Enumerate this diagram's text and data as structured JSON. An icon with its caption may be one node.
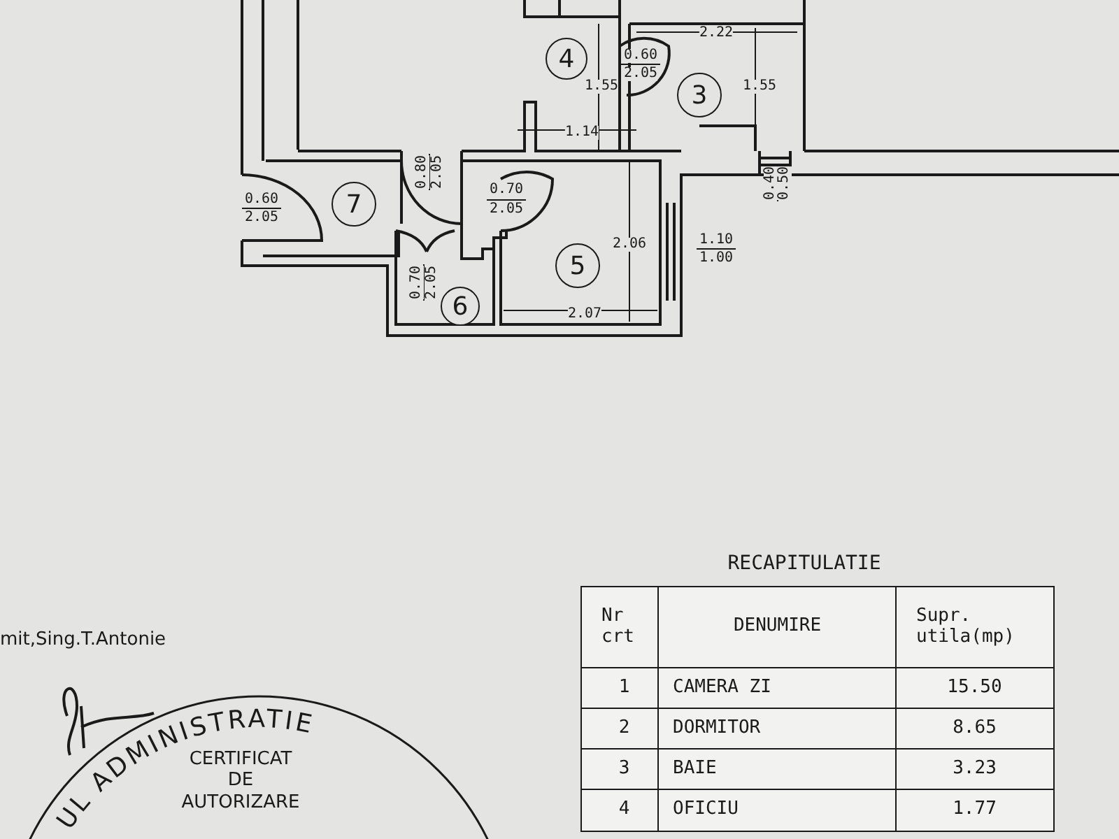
{
  "diagram": {
    "nodes": [
      {
        "text": [
          "4"
        ]
      },
      {
        "text": [
          "3"
        ]
      },
      {
        "text": [
          "7"
        ]
      },
      {
        "text": [
          "5"
        ]
      },
      {
        "text": [
          "6"
        ]
      }
    ],
    "labels": [
      "2.22",
      "0.60",
      "2.05",
      "1.55",
      "1.55",
      "1.14",
      "0.80",
      "2.05",
      "0.60",
      "2.05",
      "0.70",
      "2.05",
      "2.06",
      "1.10",
      "1.00",
      "0.40",
      "0.50",
      "0.70",
      "2.05",
      "2.07",
      "RECAPITULATIE",
      "Nr crt",
      "DENUMIRE",
      "Supr. utila(mp)",
      "1",
      "CAMERA ZI",
      "15.50",
      "2",
      "DORMITOR",
      "8.65",
      "3",
      "BAIE",
      "3.23",
      "4",
      "OFICIU",
      "1.77",
      "mit,Sing.T.Antonie",
      "UL ADMINISTRATIE",
      "CERTIFICAT",
      "DE",
      "AUTORIZARE"
    ]
  }
}
